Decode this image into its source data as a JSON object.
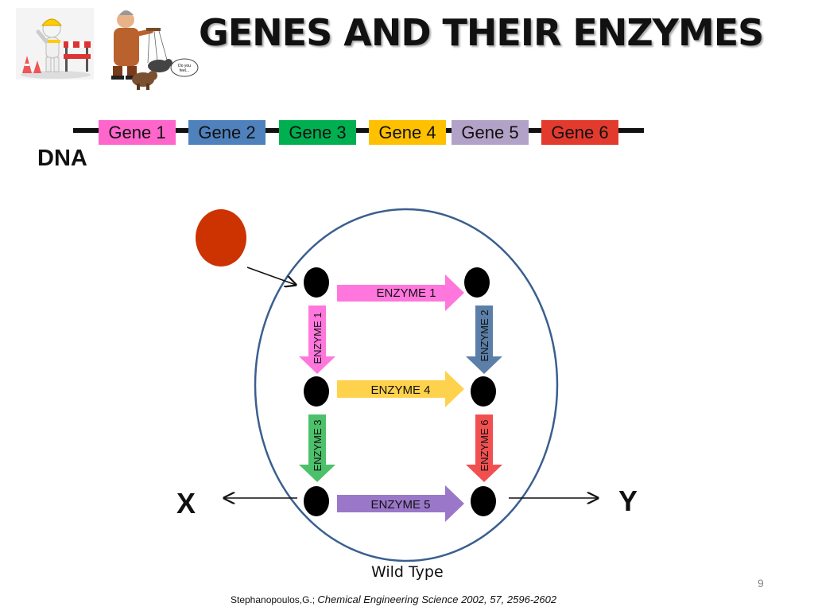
{
  "title": "GENES AND THEIR ENZYMES",
  "dna": {
    "label": "DNA",
    "genes": [
      {
        "label": "Gene 1",
        "color": "#FF66CC",
        "text_color": "#111111"
      },
      {
        "label": "Gene 2",
        "color": "#4F81BD",
        "text_color": "#111111"
      },
      {
        "label": "Gene 3",
        "color": "#00B050",
        "text_color": "#111111"
      },
      {
        "label": "Gene 4",
        "color": "#FFC000",
        "text_color": "#111111"
      },
      {
        "label": "Gene 5",
        "color": "#B3A2C7",
        "text_color": "#111111"
      },
      {
        "label": "Gene 6",
        "color": "#E23B2E",
        "text_color": "#111111"
      }
    ]
  },
  "pathway": {
    "enzymes": [
      {
        "label": "ENZYME 1",
        "color": "#FF77DD"
      },
      {
        "label": "ENZYME 1",
        "color": "#FF77DD"
      },
      {
        "label": "ENZYME 2",
        "color": "#5B7FA8"
      },
      {
        "label": "ENZYME 4",
        "color": "#FFD24D"
      },
      {
        "label": "ENZYME 3",
        "color": "#4CC06A"
      },
      {
        "label": "ENZYME 6",
        "color": "#F25050"
      },
      {
        "label": "ENZYME 5",
        "color": "#9B77C9"
      }
    ],
    "product_left": "X",
    "product_right": "Y",
    "substrate_color": "#CC3300",
    "cell_border_color": "#3A5F8F",
    "caption": "Wild Type"
  },
  "page_number": "9",
  "citation": {
    "author": "Stephanopoulos,G.;",
    "journal": "Chemical Engineering Science 2002, 57, 2596-2602"
  },
  "icons": {
    "construction": "construction-worker-icon",
    "puppeteer": "puppeteer-cartoon-icon"
  }
}
